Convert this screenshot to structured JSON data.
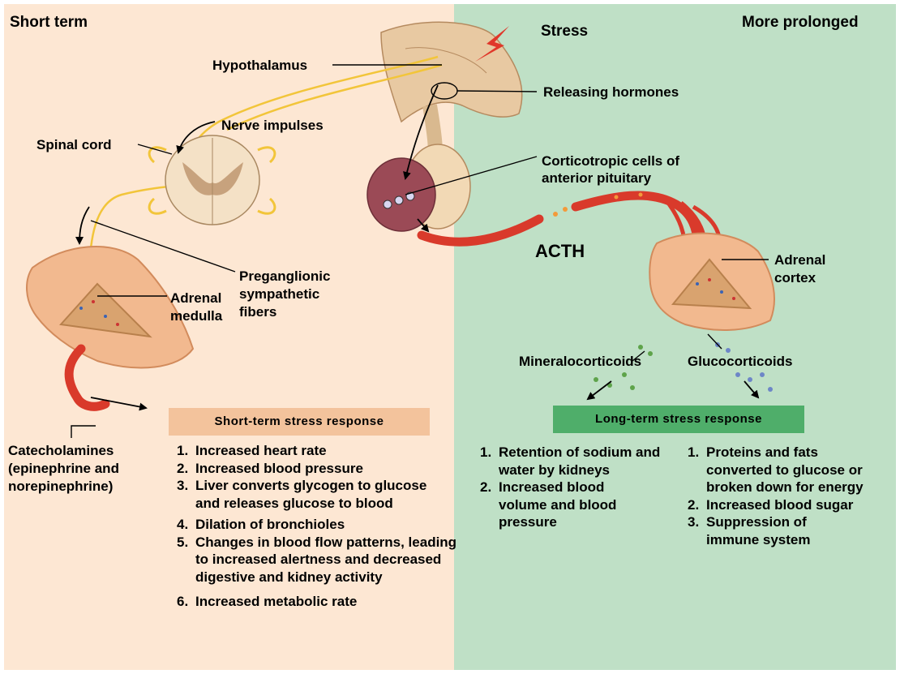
{
  "headers": {
    "left": "Short term",
    "right": "More prolonged"
  },
  "labels": {
    "stress": "Stress",
    "hypothalamus": "Hypothalamus",
    "releasing_hormones": "Releasing hormones",
    "nerve_impulses": "Nerve impulses",
    "spinal_cord": "Spinal cord",
    "corticotropic_line1": "Corticotropic cells of",
    "corticotropic_line2": "anterior pituitary",
    "acth": "ACTH",
    "preganglionic_line1": "Preganglionic",
    "preganglionic_line2": "sympathetic",
    "preganglionic_line3": "fibers",
    "adrenal_medulla_line1": "Adrenal",
    "adrenal_medulla_line2": "medulla",
    "adrenal_cortex_line1": "Adrenal",
    "adrenal_cortex_line2": "cortex",
    "mineralocorticoids": "Mineralocorticoids",
    "glucocorticoids": "Glucocorticoids",
    "catecholamines_line1": "Catecholamines",
    "catecholamines_line2": "(epinephrine and",
    "catecholamines_line3": "norepinephrine)"
  },
  "short_term_box": {
    "title": "Short-term stress response",
    "items": [
      "Increased heart rate",
      "Increased blood pressure",
      "Liver converts glycogen to glucose and releases glucose to blood",
      "Dilation of bronchioles",
      "Changes in blood flow patterns, leading to increased alertness and decreased digestive and kidney activity",
      "Increased metabolic rate"
    ]
  },
  "long_term_box": {
    "title": "Long-term stress response",
    "mineralocorticoid_items": [
      "Retention of sodium and water by kidneys",
      "Increased blood volume and blood pressure"
    ],
    "glucocorticoid_items": [
      "Proteins and fats converted to glucose or broken down for energy",
      "Increased blood sugar",
      "Suppression of immune system"
    ]
  },
  "colors": {
    "short_term_bg": "#fde7d3",
    "long_term_bg": "#bfe0c6",
    "short_box": "#f3c39c",
    "long_box": "#4fae6a",
    "nerve": "#f2c53a",
    "vessel": "#d93a2b",
    "gland": "#f2b98f"
  }
}
